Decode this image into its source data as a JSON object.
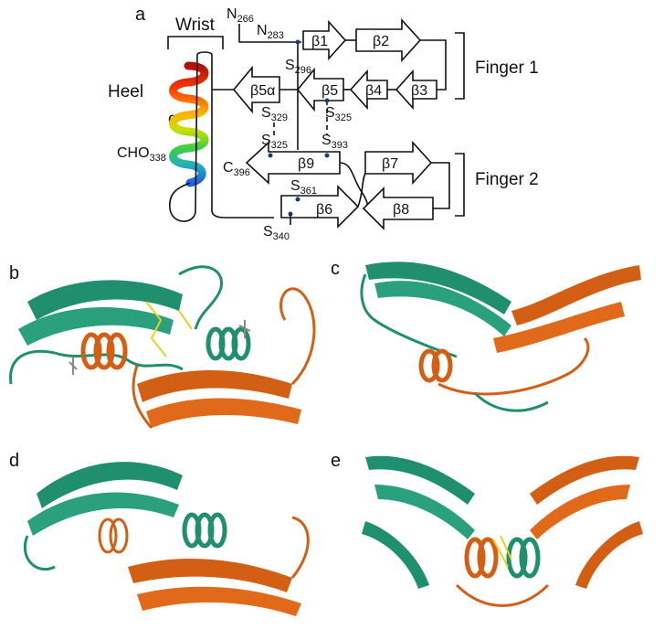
{
  "topology": {
    "panel_label": "a",
    "wrist": "Wrist",
    "heel": "Heel",
    "alpha": "α",
    "cho": "CHO",
    "cho_sub": "338",
    "finger1": "Finger 1",
    "finger2": "Finger 2",
    "n266": "N",
    "n266_sub": "266",
    "n283": "N",
    "n283_sub": "283",
    "c396": "C",
    "c396_sub": "396",
    "s296": "S",
    "s296_sub": "296",
    "s329": "S",
    "s329_sub": "329",
    "s325a": "S",
    "s325a_sub": "325",
    "s325b": "S",
    "s325b_sub": "325",
    "s393": "S",
    "s393_sub": "393",
    "s361": "S",
    "s361_sub": "361",
    "s340": "S",
    "s340_sub": "340",
    "strands": {
      "b1": "β1",
      "b2": "β2",
      "b3": "β3",
      "b4": "β4",
      "b5": "β5",
      "b5a": "β5α",
      "b6": "β6",
      "b7": "β7",
      "b8": "β8",
      "b9": "β9"
    }
  },
  "panels": {
    "b": "b",
    "c": "c",
    "d": "d",
    "e": "e"
  },
  "colors": {
    "green": "#1f8f6e",
    "orange": "#d35f14",
    "stick_gray": "#8a8a8a",
    "disulfide_yellow": "#e6d21f"
  }
}
